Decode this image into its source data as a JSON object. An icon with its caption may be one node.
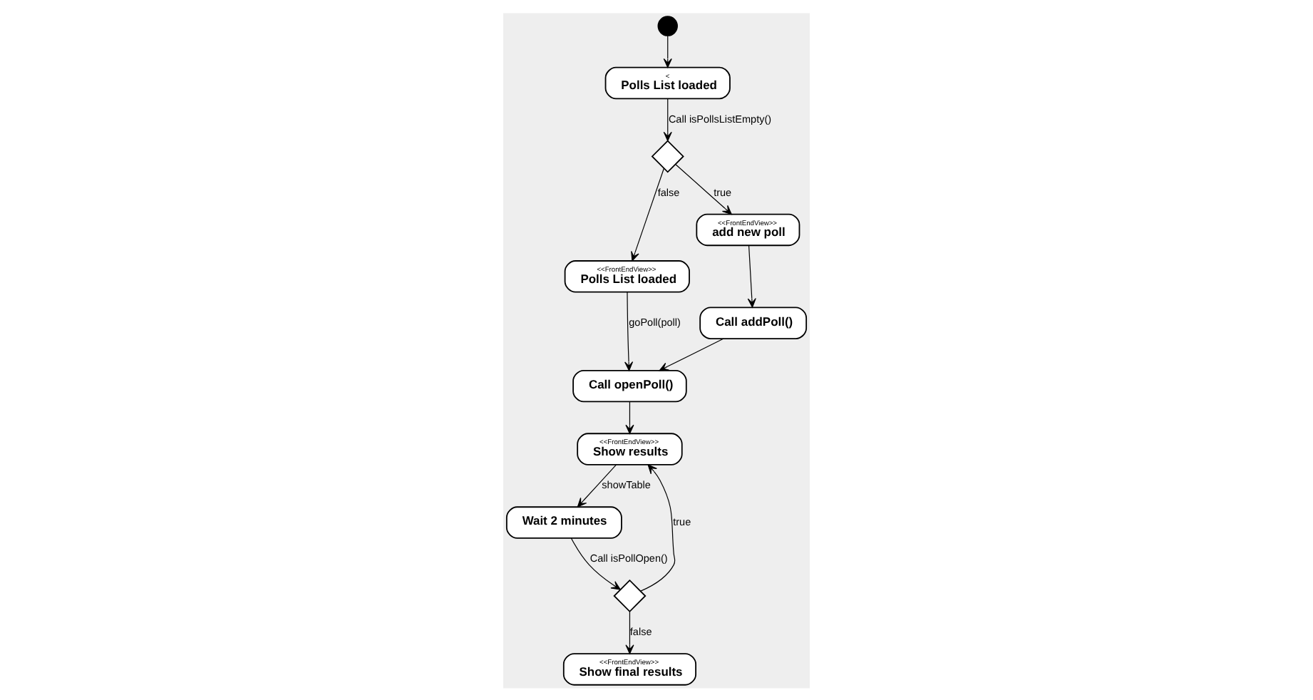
{
  "diagram": {
    "nodes": [
      {
        "text": [],
        "shape": "circle"
      },
      {
        "text": [
          "<",
          "Polls List loaded"
        ]
      },
      {
        "text": [],
        "shape": "diamond"
      },
      {
        "text": [
          "<<FrontEndView>>",
          "Polls List loaded"
        ]
      },
      {
        "text": [
          "<<FrontEndView>>",
          "add new poll"
        ]
      },
      {
        "text": [
          "Call openPoll()"
        ]
      },
      {
        "text": [
          "Call addPoll()"
        ]
      },
      {
        "text": [
          "<<FrontEndView>>",
          "Show results"
        ]
      },
      {
        "text": [
          "Wait 2 minutes"
        ]
      },
      {
        "text": [],
        "shape": "diamond"
      },
      {
        "text": [
          "<<FrontEndView>>",
          "Show final results"
        ]
      }
    ],
    "edges": [
      {
        "from": 0,
        "to": 1,
        "arrow": "to"
      },
      {
        "from": 1,
        "to": 2,
        "arrow": "to",
        "label": "Call isPollsListEmpty()"
      },
      {
        "from": 2,
        "to": 3,
        "arrow": "to",
        "label": "false"
      },
      {
        "from": 2,
        "to": 4,
        "arrow": "to",
        "label": "true"
      },
      {
        "from": 3,
        "to": 5,
        "arrow": "to",
        "label": "goPoll(poll)"
      },
      {
        "from": 4,
        "to": 6,
        "arrow": "to"
      },
      {
        "from": 6,
        "to": 5,
        "arrow": "to"
      },
      {
        "from": 5,
        "to": 7,
        "arrow": "to"
      },
      {
        "from": 7,
        "to": 8,
        "arrow": "to",
        "label": "showTable"
      },
      {
        "from": 8,
        "to": 9,
        "arrow": "to",
        "label": "Call isPollOpen()"
      },
      {
        "from": 9,
        "to": 7,
        "arrow": "to",
        "label": "true"
      },
      {
        "from": 9,
        "to": 10,
        "arrow": "to",
        "label": "false"
      }
    ]
  }
}
